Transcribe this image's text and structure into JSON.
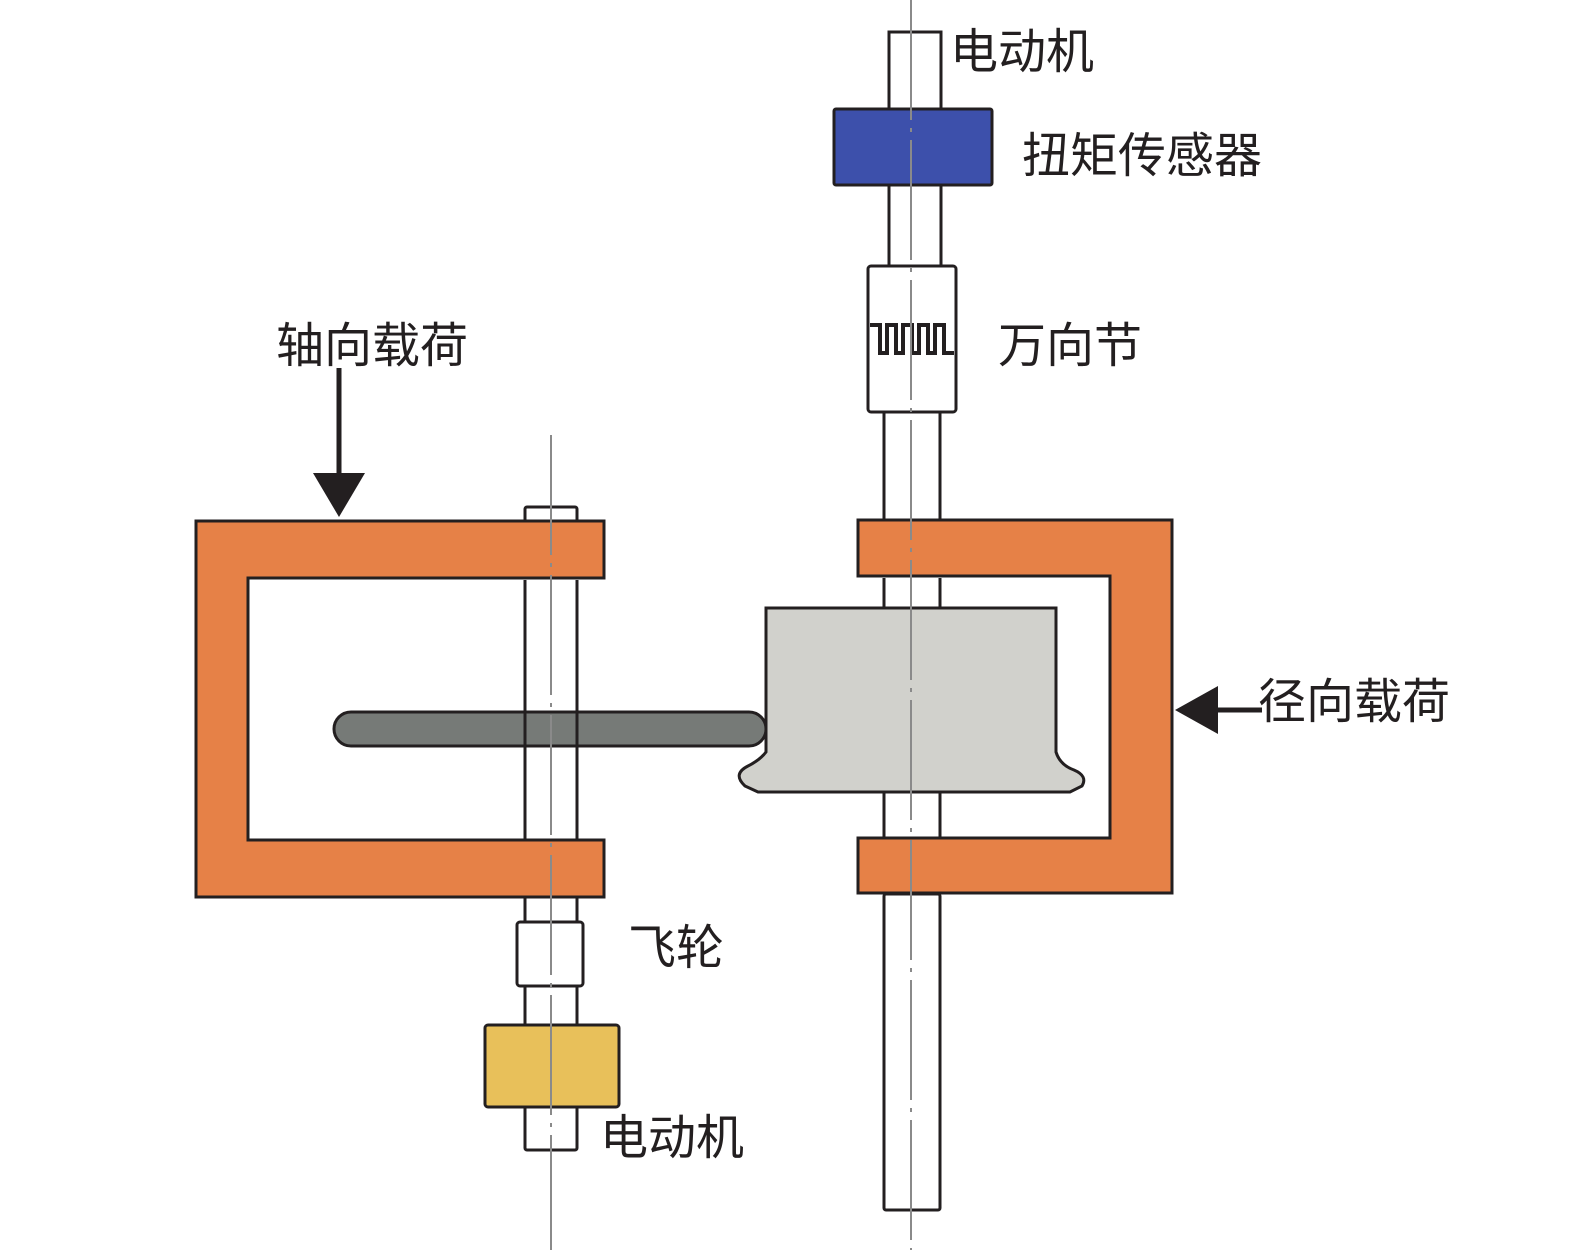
{
  "diagram": {
    "title": "Bearing test rig schematic",
    "labels": {
      "motor_top": "电动机",
      "torque_sensor": "扭矩传感器",
      "universal_joint": "万向节",
      "axial_load": "轴向载荷",
      "radial_load": "径向载荷",
      "flywheel": "飞轮",
      "motor_bottom": "电动机"
    },
    "colors": {
      "torque_sensor": "#3d50ab",
      "load_frame": "#e68147",
      "motor_bottom": "#e8c05a",
      "test_piece": "#d1d1cc",
      "shaft_bar": "#767a77",
      "outline": "#231f20",
      "centerline": "#8a8a8a"
    }
  }
}
